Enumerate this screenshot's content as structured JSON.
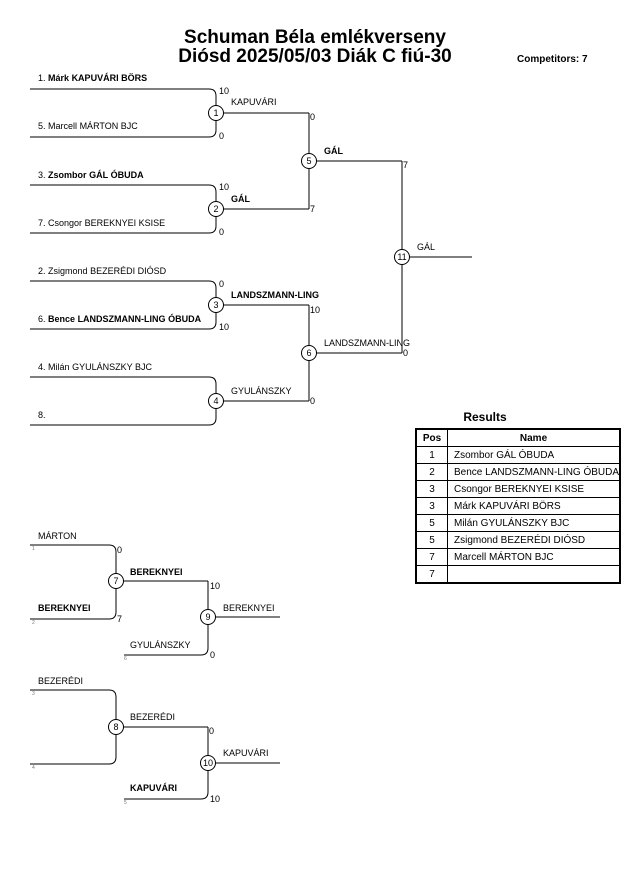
{
  "header": {
    "title_line1": "Schuman Béla emlékverseny",
    "title_line2": "Diósd 2025/05/03 Diák C fiú-30",
    "competitors": "Competitors: 7"
  },
  "bracket": {
    "players": [
      {
        "seed": "1.",
        "first": "Márk",
        "last": "KAPUVÁRI",
        "club": "BÖRS"
      },
      {
        "seed": "5.",
        "first": "Marcell",
        "last": "MÁRTON",
        "club": "BJC"
      },
      {
        "seed": "3.",
        "first": "Zsombor",
        "last": "GÁL",
        "club": "ÓBUDA"
      },
      {
        "seed": "7.",
        "first": "Csongor",
        "last": "BEREKNYEI",
        "club": "KSISE"
      },
      {
        "seed": "2.",
        "first": "Zsigmond",
        "last": "BEZERÉDI",
        "club": "DIÓSD"
      },
      {
        "seed": "6.",
        "first": "Bence",
        "last": "LANDSZMANN-LING",
        "club": "ÓBUDA"
      },
      {
        "seed": "4.",
        "first": "Milán",
        "last": "GYULÁNSZKY",
        "club": "BJC"
      },
      {
        "seed": "8.",
        "first": "",
        "last": "",
        "club": ""
      }
    ],
    "matches": [
      {
        "no": "1",
        "winner": "KAPUVÁRI",
        "score_top": "10",
        "score_bottom": "0"
      },
      {
        "no": "2",
        "winner": "GÁL",
        "score_top": "10",
        "score_bottom": "0"
      },
      {
        "no": "3",
        "winner": "LANDSZMANN-LING",
        "score_top": "0",
        "score_bottom": "10"
      },
      {
        "no": "4",
        "winner": "GYULÁNSZKY",
        "score_top": "",
        "score_bottom": ""
      },
      {
        "no": "5",
        "winner": "GÁL",
        "score_top": "0",
        "score_bottom": "7"
      },
      {
        "no": "6",
        "winner": "LANDSZMANN-LING",
        "score_top": "10",
        "score_bottom": "0"
      },
      {
        "no": "11",
        "winner": "GÁL",
        "score_top": "7",
        "score_bottom": "0"
      }
    ]
  },
  "repechage": {
    "a": {
      "entrant_top": "MÁRTON",
      "entrant_top_tag": "1",
      "entrant_bottom": "BEREKNYEI",
      "entrant_bottom_tag": "2",
      "match_7": {
        "no": "7",
        "winner": "BEREKNYEI",
        "score_top": "0",
        "score_bottom": "7"
      },
      "entrant_third": "GYULÁNSZKY",
      "entrant_third_tag": "6",
      "match_9": {
        "no": "9",
        "winner": "BEREKNYEI",
        "score_top": "10",
        "score_bottom": "0"
      }
    },
    "b": {
      "entrant_top": "BEZERÉDI",
      "entrant_top_tag": "3",
      "entrant_bottom": "",
      "entrant_bottom_tag": "4",
      "match_8": {
        "no": "8",
        "winner": "BEZERÉDI",
        "score_top": "",
        "score_bottom": ""
      },
      "entrant_third": "KAPUVÁRI",
      "entrant_third_tag": "5",
      "match_10": {
        "no": "10",
        "winner": "KAPUVÁRI",
        "score_top": "0",
        "score_bottom": "10"
      }
    }
  },
  "results": {
    "title": "Results",
    "col_pos": "Pos",
    "col_name": "Name",
    "rows": [
      {
        "pos": "1",
        "name": "Zsombor GÁL ÓBUDA"
      },
      {
        "pos": "2",
        "name": "Bence LANDSZMANN-LING ÓBUDA"
      },
      {
        "pos": "3",
        "name": "Csongor BEREKNYEI KSISE"
      },
      {
        "pos": "3",
        "name": "Márk KAPUVÁRI BÖRS"
      },
      {
        "pos": "5",
        "name": "Milán GYULÁNSZKY BJC"
      },
      {
        "pos": "5",
        "name": "Zsigmond BEZERÉDI DIÓSD"
      },
      {
        "pos": "7",
        "name": "Marcell MÁRTON BJC"
      },
      {
        "pos": "7",
        "name": ""
      }
    ]
  }
}
